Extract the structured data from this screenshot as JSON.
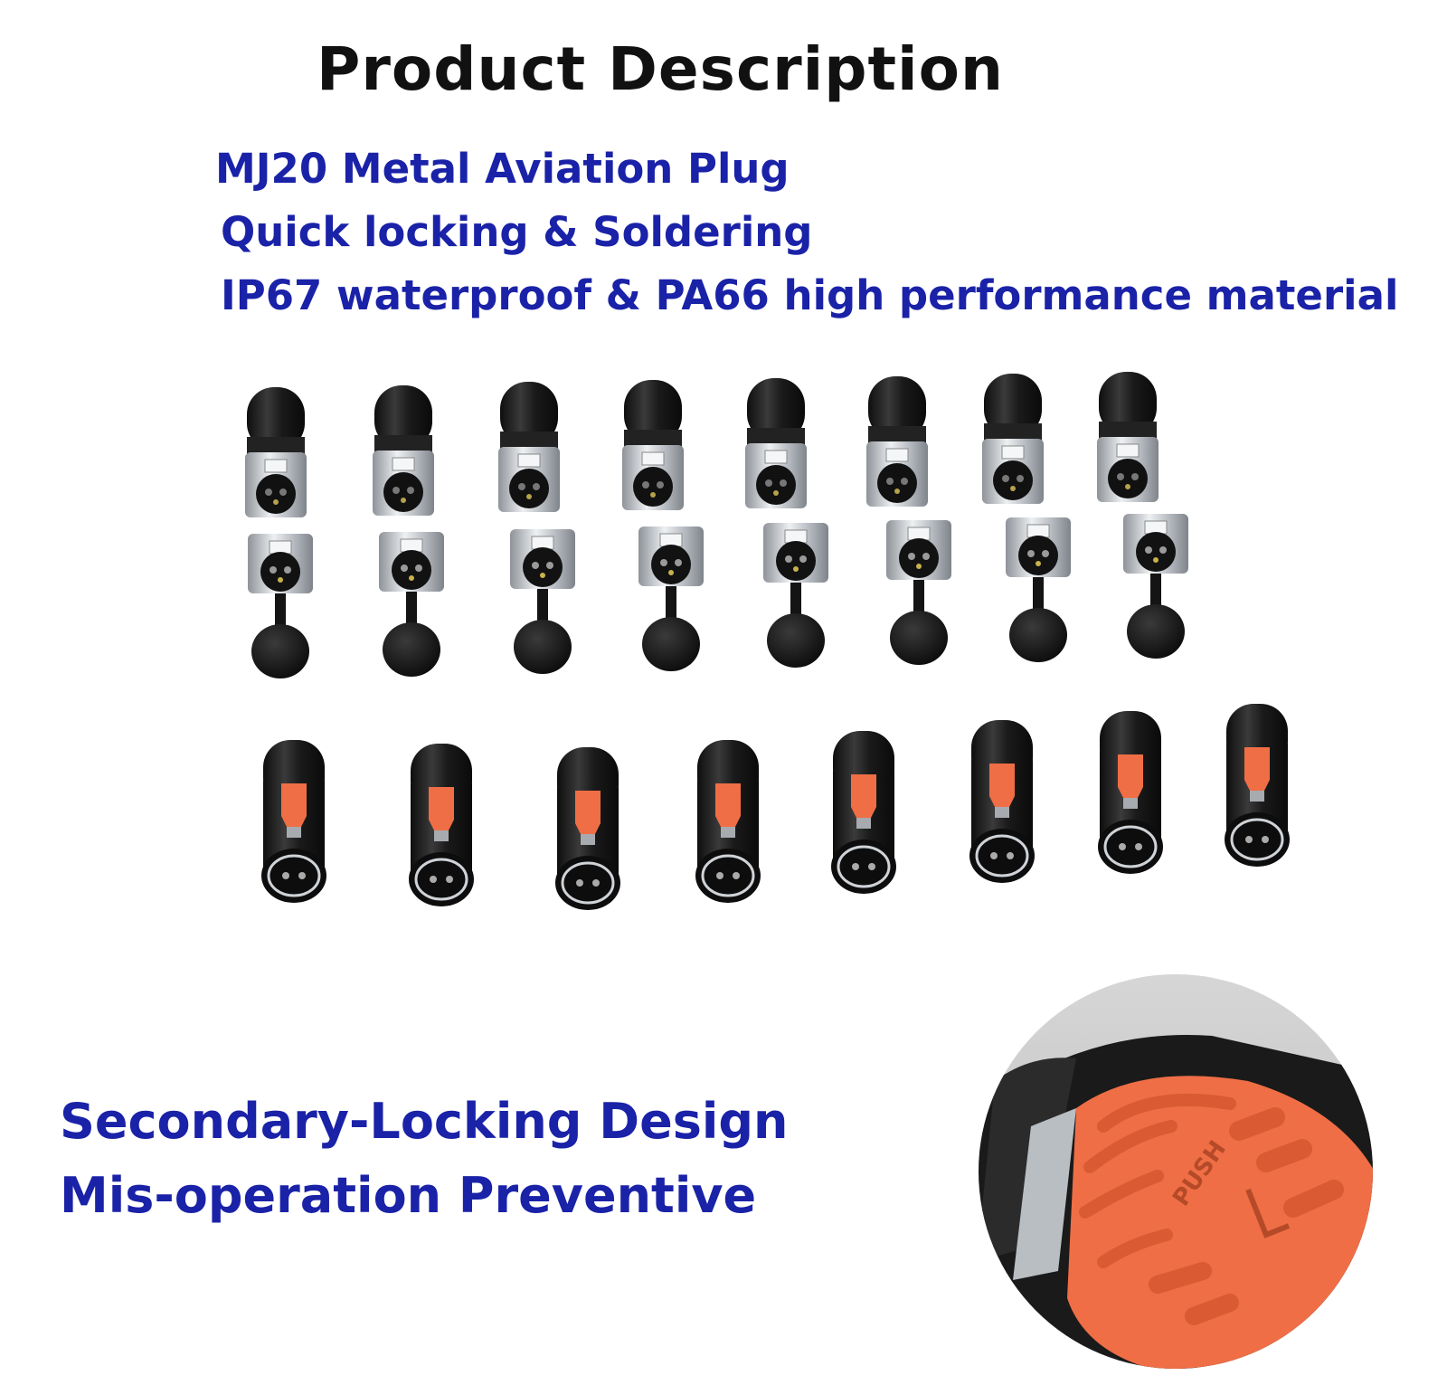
{
  "title": "Product Description",
  "features": [
    "MJ20 Metal Aviation Plug",
    "Quick locking & Soldering",
    "IP67 waterproof & PA66 high performance material"
  ],
  "locking": {
    "line1": "Secondary-Locking Design",
    "line2": "Mis-operation Preventive"
  },
  "closeup": {
    "button_text": "PUSH"
  },
  "colors": {
    "text_blue": "#1a22a8",
    "title": "#111111",
    "button_orange": "#ef6e45",
    "connector_black": "#1c1c1c",
    "metal": "#c9cdd2"
  }
}
